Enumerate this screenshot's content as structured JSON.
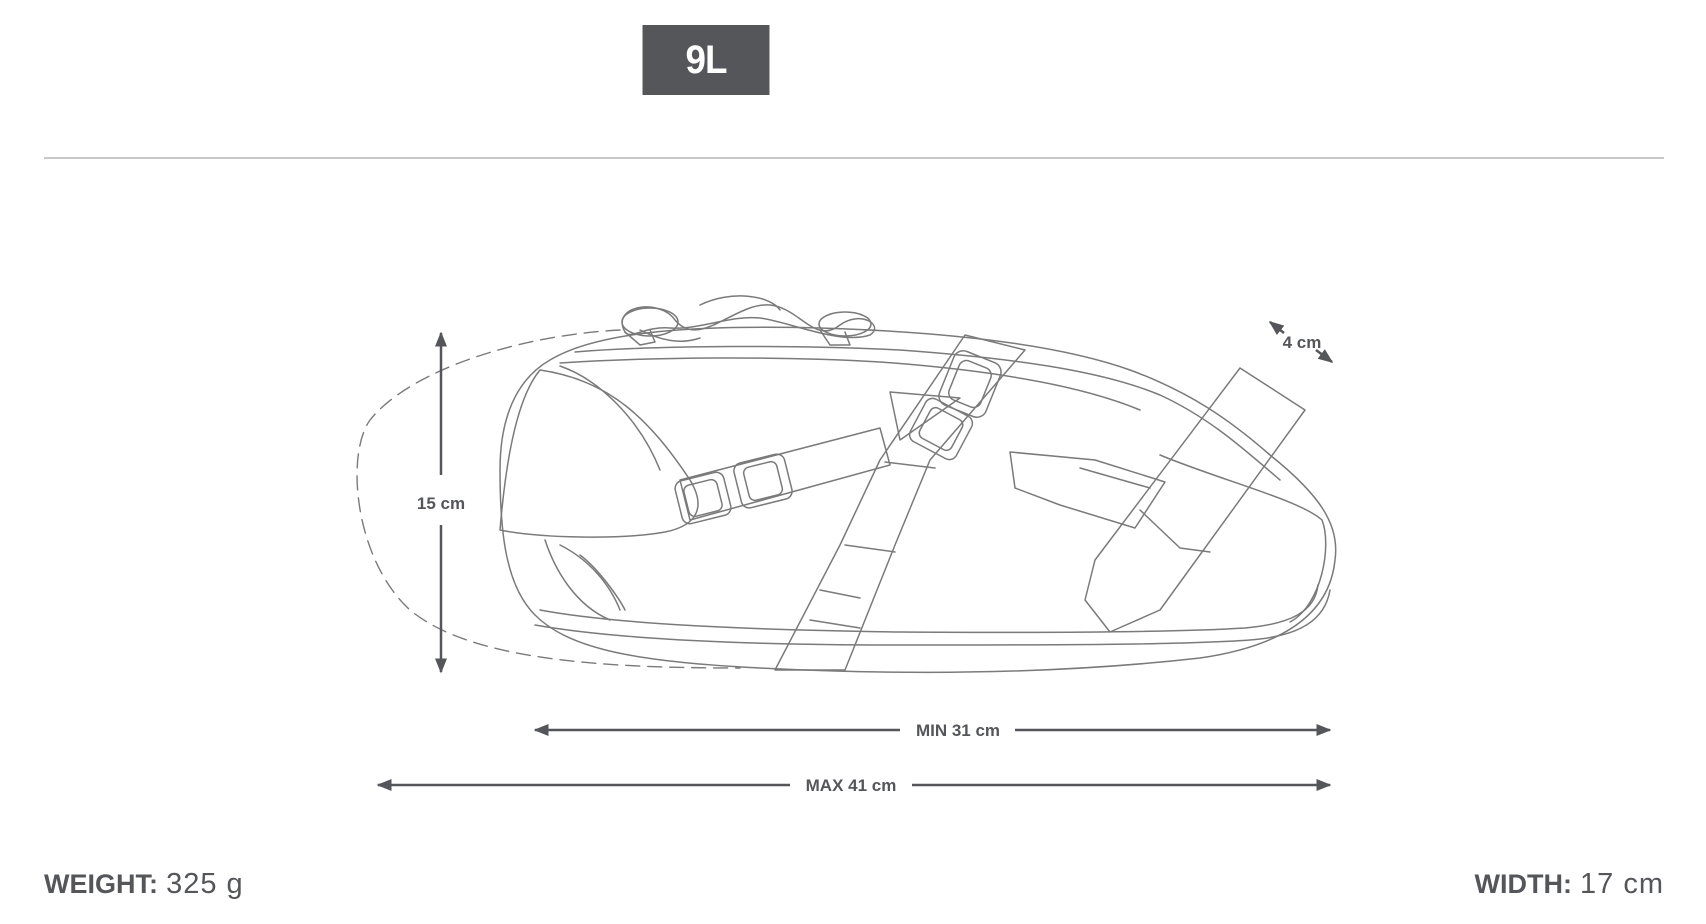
{
  "capacity": "9L",
  "dimensions": {
    "height": "15 cm",
    "depth": "4 cm",
    "length_min": "MIN 31 cm",
    "length_max": "MAX 41 cm"
  },
  "specs": {
    "weight_label": "WEIGHT:",
    "weight_value": "325 g",
    "width_label": "WIDTH:",
    "width_value": "17 cm"
  },
  "colors": {
    "badge_bg": "#54565a",
    "text": "#54565a",
    "line_art": "#777777",
    "divider": "#c8c8c8"
  }
}
